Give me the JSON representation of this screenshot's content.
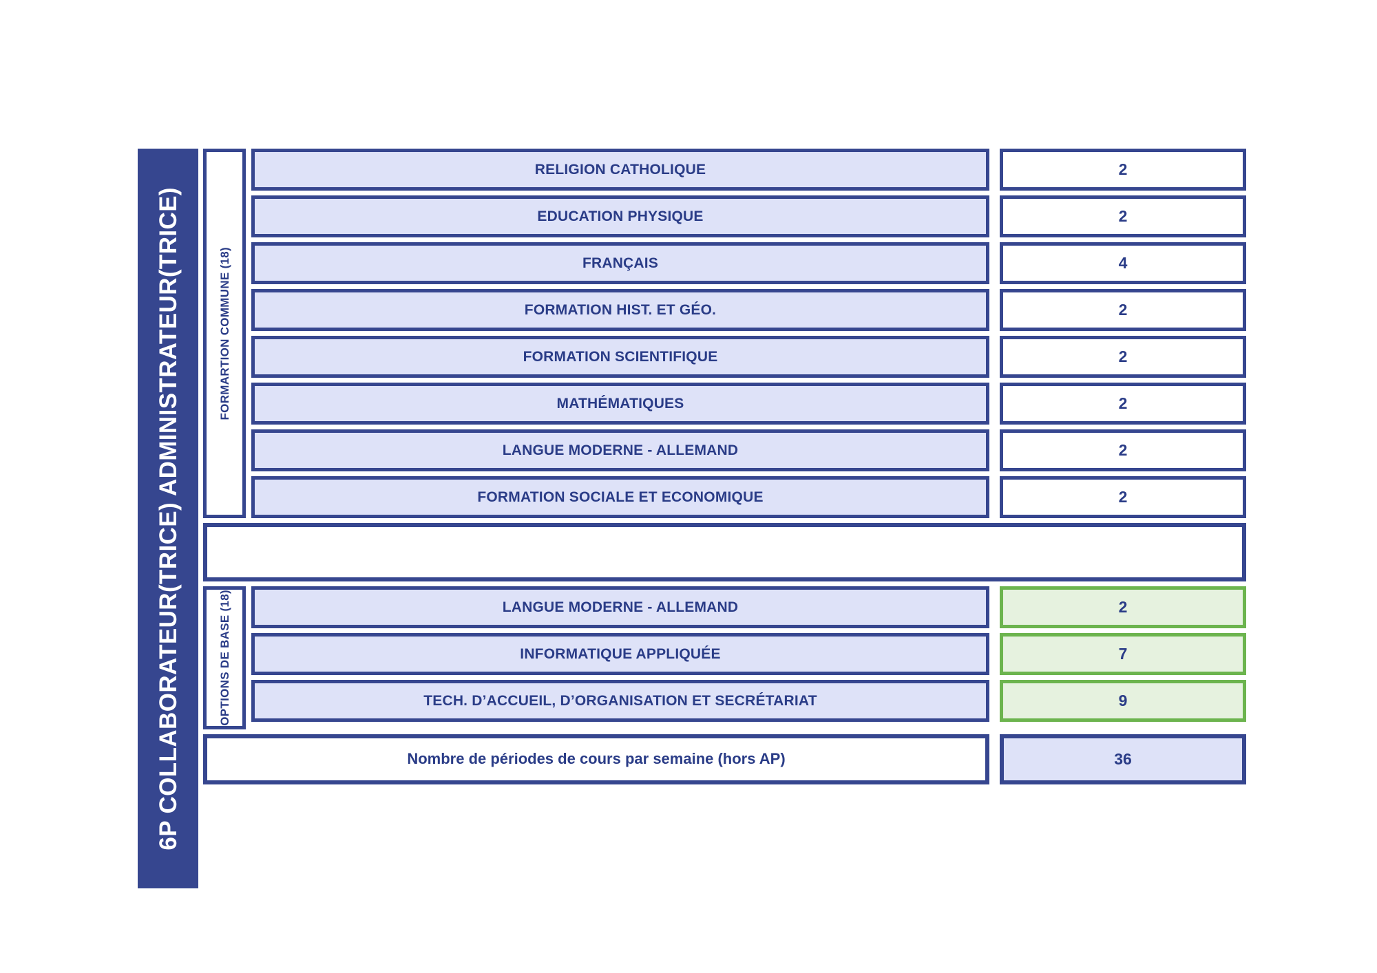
{
  "program": {
    "title": "6P COLLABORATEUR(TRICE) ADMINISTRATEUR(TRICE)"
  },
  "colors": {
    "navy": "#36468f",
    "navy_text": "#2a3c87",
    "lavender_fill": "#dee2f8",
    "green_border": "#6cb44e",
    "green_fill": "#e6f2df",
    "white": "#ffffff"
  },
  "sections": [
    {
      "label": "FORMARTION COMMUNE (18)",
      "rows": [
        {
          "name": "RELIGION CATHOLIQUE",
          "value": "2",
          "highlight": false
        },
        {
          "name": "EDUCATION PHYSIQUE",
          "value": "2",
          "highlight": false
        },
        {
          "name": "FRANÇAIS",
          "value": "4",
          "highlight": false
        },
        {
          "name": "FORMATION HIST. ET GÉO.",
          "value": "2",
          "highlight": false
        },
        {
          "name": "FORMATION SCIENTIFIQUE",
          "value": "2",
          "highlight": false
        },
        {
          "name": "MATHÉMATIQUES",
          "value": "2",
          "highlight": false
        },
        {
          "name": "LANGUE MODERNE - ALLEMAND",
          "value": "2",
          "highlight": false
        },
        {
          "name": "FORMATION SOCIALE ET ECONOMIQUE",
          "value": "2",
          "highlight": false
        }
      ]
    },
    {
      "label": "OPTIONS DE BASE  (18)",
      "rows": [
        {
          "name": "LANGUE MODERNE - ALLEMAND",
          "value": "2",
          "highlight": true
        },
        {
          "name": "INFORMATIQUE APPLIQUÉE",
          "value": "7",
          "highlight": true
        },
        {
          "name": "TECH. D’ACCUEIL, D’ORGANISATION ET SECRÉTARIAT",
          "value": "9",
          "highlight": true
        }
      ]
    }
  ],
  "spacer": {
    "text": ""
  },
  "total": {
    "label": "Nombre de périodes de cours par semaine (hors AP)",
    "value": "36"
  }
}
